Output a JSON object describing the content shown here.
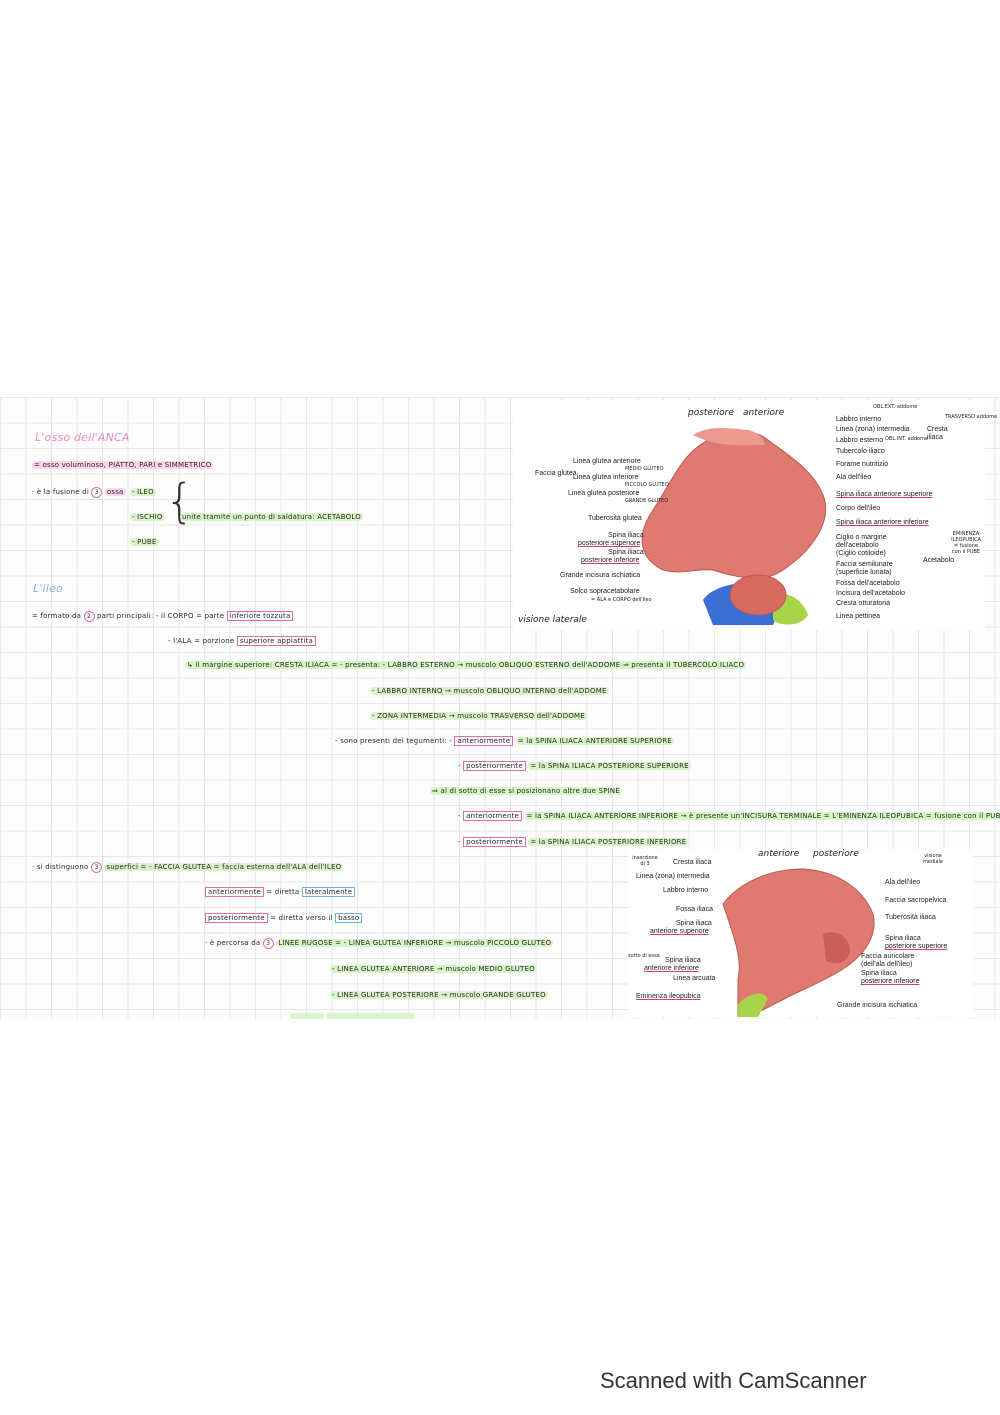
{
  "notes": {
    "title1": "L'osso dell'ANCA",
    "line1": "= osso voluminoso, PIATTO, PARI e SIMMETRICO",
    "line2_a": "· è la fusione di",
    "line2_num": "3",
    "line2_b": "ossa",
    "bone1": "- ILEO",
    "bone2": "- ISCHIO",
    "bone3": "- PUBE",
    "bones_note": "unite tramite un punto di saldatura: ACETABOLO",
    "title2": "L'ileo",
    "ileo_a": "= formato da",
    "ileo_num": "2",
    "ileo_b": "parti principali: - il CORPO = parte",
    "ileo_box": "inferiore tozzuta",
    "ala_a": "- l'ALA = porzione",
    "ala_box": "superiore appiattita",
    "margine": "↳ il margine superiore: CRESTA ILIACA = - presenta: - LABBRO ESTERNO → muscolo OBLIQUO ESTERNO dell'ADDOME ⇒ presenta il TUBERCOLO ILIACO",
    "labbro_int": "- LABBRO INTERNO → muscolo OBLIQUO INTERNO dell'ADDOME",
    "zona_int": "- ZONA INTERMEDIA → muscolo TRASVERSO dell'ADDOME",
    "tegumenti": "- sono presenti dei tegumenti: -",
    "ant1_box": "anteriormente",
    "ant1_txt": "= la SPINA ILIACA ANTERIORE SUPERIORE",
    "post1_box": "posteriormente",
    "post1_txt": "= la SPINA ILIACA POSTERIORE SUPERIORE",
    "sotto": "⇒ al di sotto di esse si posizionano altre due SPINE",
    "ant2_box": "anteriormente",
    "ant2_txt": "= la SPINA ILIACA ANTERIORE INFERIORE → è presente un'INCISURA TERMINALE = L'EMINENZA ILEOPUBICA = fusione con il PUBE",
    "post2_box": "posteriormente",
    "post2_txt": "= la SPINA ILIACA POSTERIORE INFERIORE",
    "sup_a": "· si distinguono",
    "sup_num": "3",
    "sup_b": "superfici = - FACCIA GLUTEA = faccia esterna dell'ALA dell'ILEO",
    "sup_ant_box": "anteriormente",
    "sup_ant_txt": "= diretta",
    "sup_ant_box2": "lateralmente",
    "sup_post_box": "posteriormente",
    "sup_post_txt": "= diretta verso il",
    "sup_post_box2": "basso",
    "linee_a": "· è percorsa da",
    "linee_num": "3",
    "linee_b": "LINEE RUGOSE = - LINEA GLUTEA INFERIORE → muscolo PICCOLO GLUTEO",
    "linea_ant": "- LINEA GLUTEA ANTERIORE → muscolo MEDIO GLUTEO",
    "linea_post": "- LINEA GLUTEA POSTERIORE → muscolo GRANDE GLUTEO"
  },
  "figure1": {
    "hand_post": "posteriore",
    "hand_ant": "anteriore",
    "caption": "visione laterale",
    "left_group": "Faccia\nglutea",
    "hand_notes": {
      "medio": "MEDIO GLUTEO",
      "piccolo": "PICCOLO GLUTEO",
      "grande": "GRANDE GLUTEO",
      "ala_corpo": "= ALA e CORPO dell'ileo",
      "obl_ext": "OBL.EXT. addome",
      "obl_int": "OBL.INT. addome",
      "trasverso": "TRASVERSO addome",
      "eminenza": "EMINENZA ILEOPUBICA = fusione con il PUBE"
    },
    "left_labels": [
      "Linea glutea anteriore",
      "Linea glutea inferiore",
      "Linea glutea posteriore",
      "Tuberosità glutea",
      "Spina iliaca",
      "posteriore superiore",
      "Spina iliaca",
      "posteriore inferiore",
      "Grande incisura ischiatica",
      "Solco sopracetabolare"
    ],
    "right_labels": [
      "Labbro interno",
      "Linea (zona) intermedia",
      "Labbro esterno",
      "Tubercolo iliaco",
      "Forame nutritizio",
      "Ala dell'ileo",
      "Spina iliaca anteriore superiore",
      "Corpo dell'ileo",
      "Spina iliaca anteriore inferiore",
      "Ciglio o margine",
      "dell'acetabolo",
      "(Ciglio cotiloide)",
      "Faccia semilunare",
      "(superficie lunata)",
      "Fossa dell'acetabolo",
      "Incisura dell'acetabolo",
      "Cresta otturatoria",
      "Linea pettinea"
    ],
    "cresta": "Cresta\niliaca",
    "acetabolo": "Acetabolo"
  },
  "figure2": {
    "hand_ant": "anteriore",
    "hand_post": "posteriore",
    "hand_mediale": "visione mediale",
    "hand_comune": "inserzione di 3",
    "hand_sotto": "sotto di essa",
    "left_labels": [
      "Cresta iliaca",
      "Linea (zona) intermedia",
      "Labbro interno",
      "Fossa iliaca",
      "Spina iliaca",
      "anteriore superiore",
      "Spina iliaca",
      "anteriore inferiore",
      "Linea arcuata",
      "Eminenza ileopubica"
    ],
    "right_labels": [
      "Ala dell'ileo",
      "Faccia sacropelvica",
      "Tuberosità iliaca",
      "Spina iliaca",
      "posteriore superiore",
      "Faccia auricolare",
      "(dell'ala dell'ileo)",
      "Spina iliaca",
      "posteriore inferiore",
      "Grande incisura ischiatica"
    ]
  },
  "colors": {
    "bone": "#e07a70",
    "pubis": "#3b6fd6",
    "ischium": "#a8d44a",
    "highlight_green": "#d8f4c8",
    "highlight_pink": "#fbd4ea",
    "box_pink": "#e06bb4",
    "box_blue": "#6fb0e0"
  },
  "footer": "Scanned with CamScanner"
}
